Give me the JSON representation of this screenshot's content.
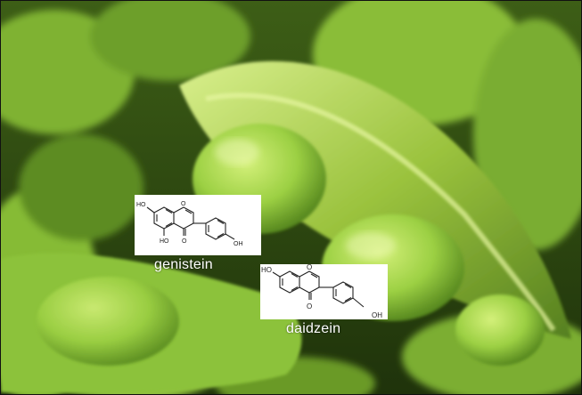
{
  "photo": {
    "subject": "edamame-pods",
    "colors": {
      "pod": "#8fc23a",
      "bean": "#a9d84e",
      "shadow": "#2a4410",
      "highlight": "#d7f08a"
    }
  },
  "molecules": [
    {
      "name": "genistein",
      "atoms": {
        "oh_left": "HO",
        "oh_bottom": "HO",
        "oh_right": "OH",
        "o_ring": "O",
        "o_carbonyl": "O"
      }
    },
    {
      "name": "daidzein",
      "atoms": {
        "oh_left": "HO",
        "oh_right": "OH",
        "o_ring": "O",
        "o_carbonyl": "O"
      }
    }
  ]
}
